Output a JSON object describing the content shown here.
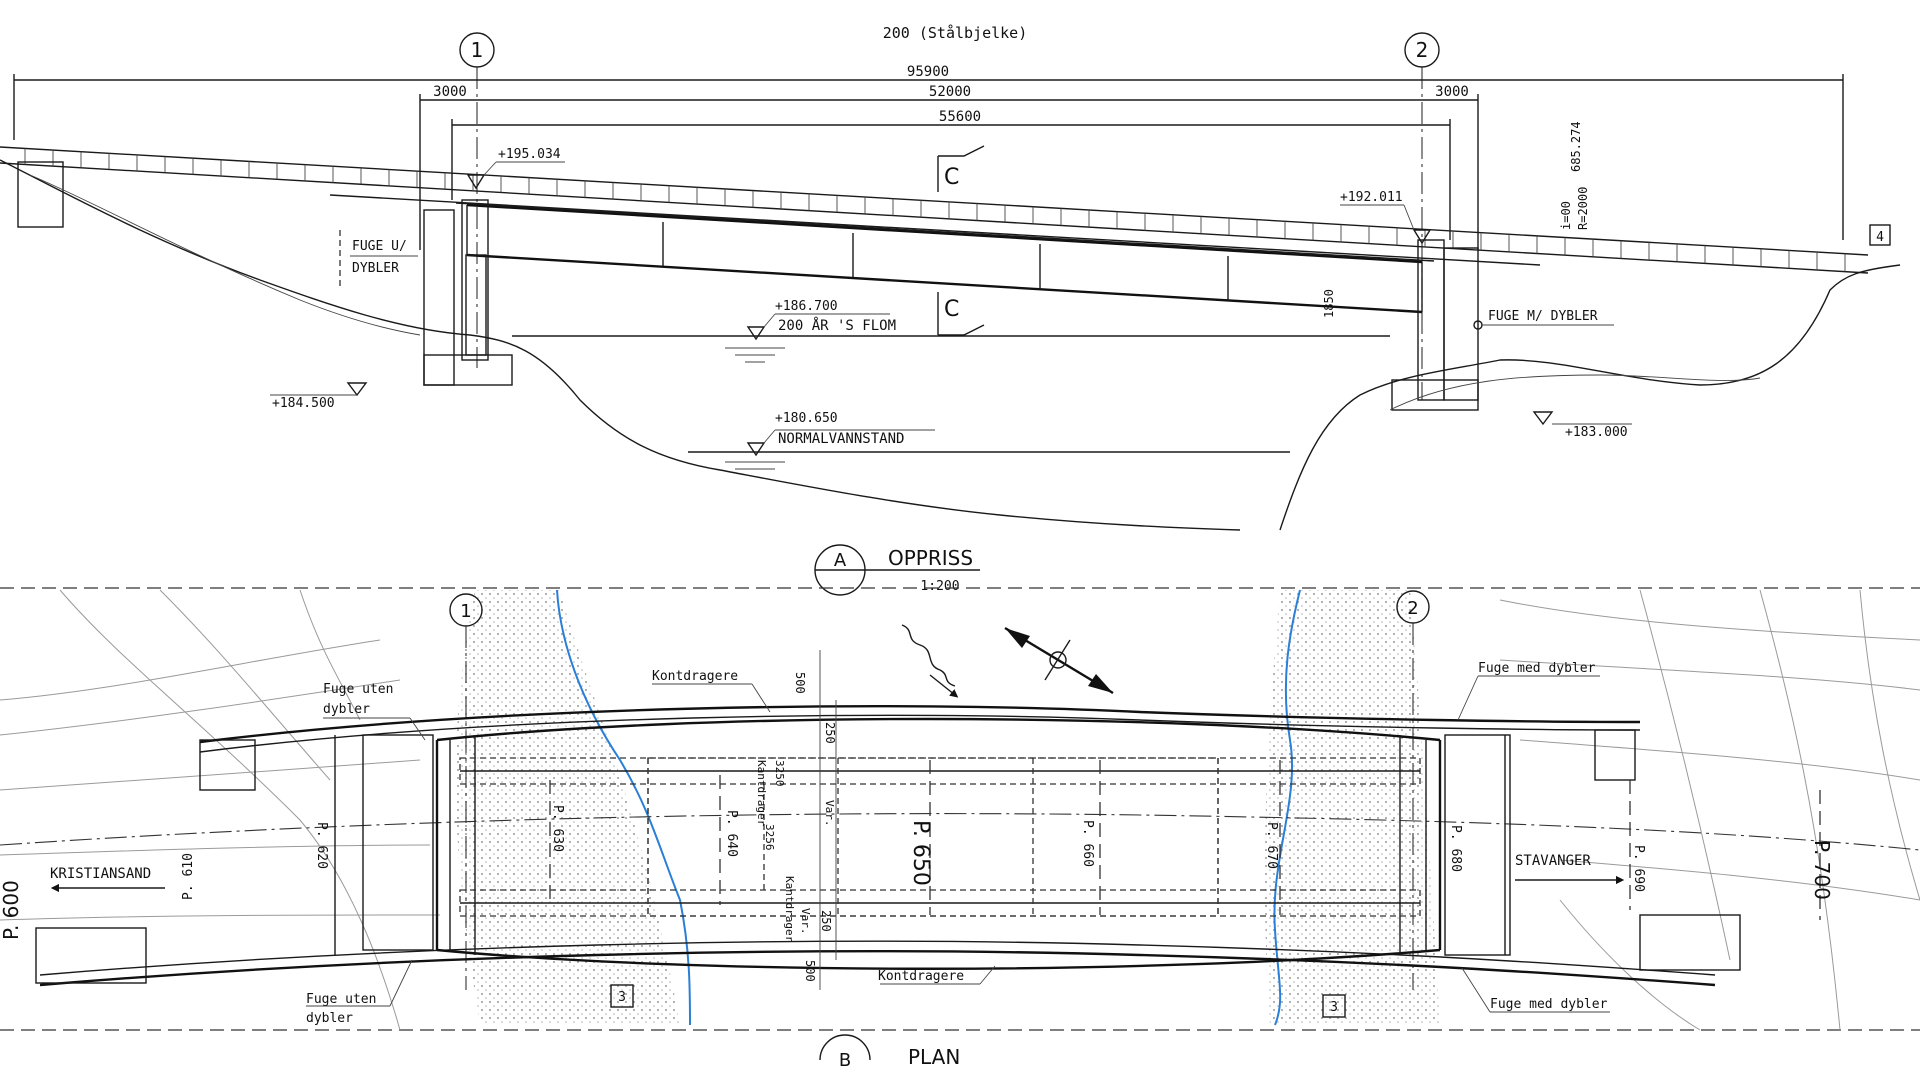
{
  "elevation": {
    "top_label": "200 (Stålbjelke)",
    "axis1": "1",
    "axis2": "2",
    "dim_total": "95900",
    "dim_left": "3000",
    "dim_span": "52000",
    "dim_right": "3000",
    "dim_deck": "55600",
    "level_left_deck": "+195.034",
    "level_right_deck": "+192.011",
    "section_mark": "C",
    "fuge_left": [
      "FUGE U/",
      "DYBLER"
    ],
    "fuge_right": "FUGE M/ DYBLER",
    "flood_level": "+186.700",
    "flood_label": "200 ÅR 'S FLOM",
    "normal_level": "+180.650",
    "normal_label": "NORMALVANNSTAND",
    "ground_left": "+184.500",
    "ground_right": "+183.000",
    "girder_depth": "1850",
    "vert_dim_1": "685.274",
    "vert_dim_2": "R=2000",
    "vert_dim_3": "i=00",
    "end_box": "4",
    "view_letter": "A",
    "view_title": "OPPRISS",
    "view_scale": "1:200"
  },
  "plan": {
    "axis1": "1",
    "axis2": "2",
    "kontdragere_top": "Kontdragere",
    "kontdragere_bottom": "Kontdragere",
    "fuge_uten_top": [
      "Fuge uten",
      "dybler"
    ],
    "fuge_uten_bottom": [
      "Fuge uten",
      "dybler"
    ],
    "fuge_med_top": "Fuge med dybler",
    "fuge_med_bottom": "Fuge med dybler",
    "city_left": "KRISTIANSAND",
    "city_right": "STAVANGER",
    "profile_600": "P. 600",
    "profile_610": "P. 610",
    "profile_620": "P. 620",
    "profile_630": "P. 630",
    "profile_640": "P. 640",
    "profile_650": "P. 650",
    "profile_660": "P. 660",
    "profile_670": "P. 670",
    "profile_680": "P. 680",
    "profile_690": "P. 690",
    "profile_700": "P. 700",
    "dim_500_top": "500",
    "dim_500_bottom": "500",
    "dim_250_top": "250",
    "dim_250_bottom": "250",
    "dim_3250": "3250",
    "dim_3256": "3256",
    "var_1": "Var.",
    "var_2": "Var.",
    "kantdrager_1": "Kantdrager",
    "kantdrager_2": "Kantdrager",
    "box_left": "3",
    "box_right": "3",
    "view_letter": "B",
    "view_title": "PLAN"
  }
}
